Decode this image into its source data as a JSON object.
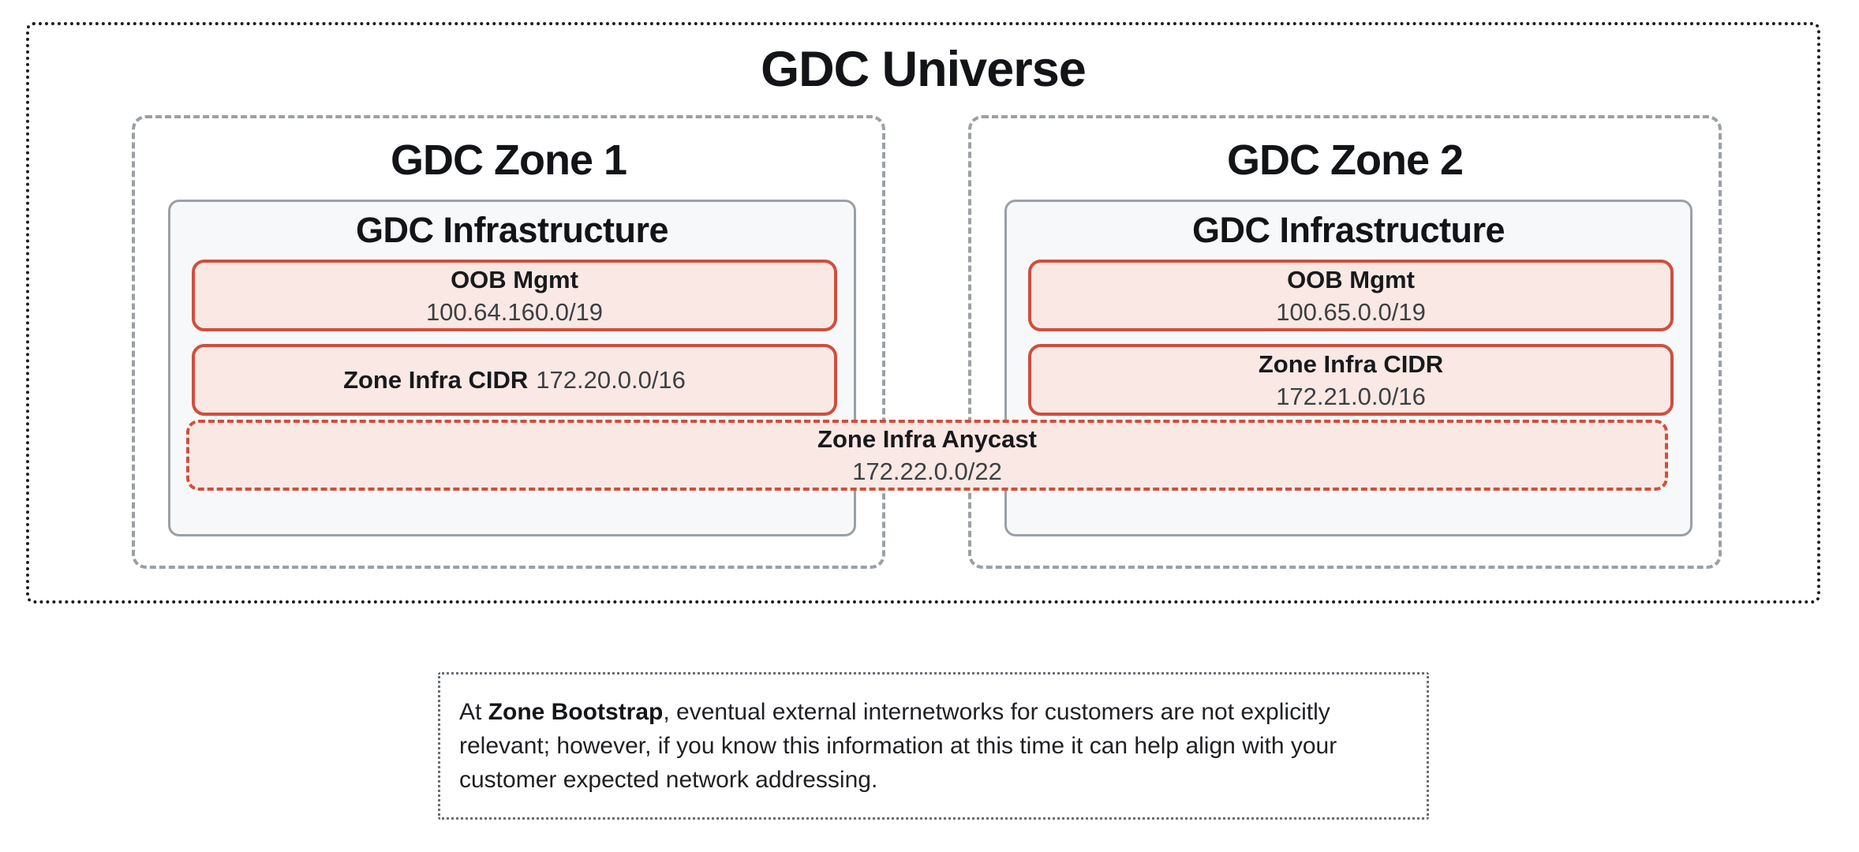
{
  "universe": {
    "title": "GDC Universe"
  },
  "zones": [
    {
      "title": "GDC Zone 1",
      "infra_title": "GDC Infrastructure",
      "oob": {
        "label": "OOB Mgmt",
        "cidr": "100.64.160.0/19"
      },
      "zone_cidr": {
        "label": "Zone Infra CIDR",
        "cidr": "172.20.0.0/16"
      }
    },
    {
      "title": "GDC Zone 2",
      "infra_title": "GDC Infrastructure",
      "oob": {
        "label": "OOB Mgmt",
        "cidr": "100.65.0.0/19"
      },
      "zone_cidr": {
        "label": "Zone Infra CIDR",
        "cidr": "172.21.0.0/16"
      }
    }
  ],
  "anycast": {
    "label": "Zone Infra Anycast",
    "cidr": "172.22.0.0/22"
  },
  "note": {
    "prefix": "At ",
    "bold": "Zone Bootstrap",
    "rest": ", eventual external internetworks for customers are not explicitly relevant; however, if you know this information at this time it can help align with your customer expected network addressing."
  },
  "colors": {
    "accent_red_border": "#ce4f3d",
    "accent_red_fill": "#f9e8e4",
    "gray_border": "#9aa0a6",
    "infra_fill": "#f7f8fa",
    "outer_dotted": "#1e1e1e",
    "note_dotted": "#696e74"
  }
}
